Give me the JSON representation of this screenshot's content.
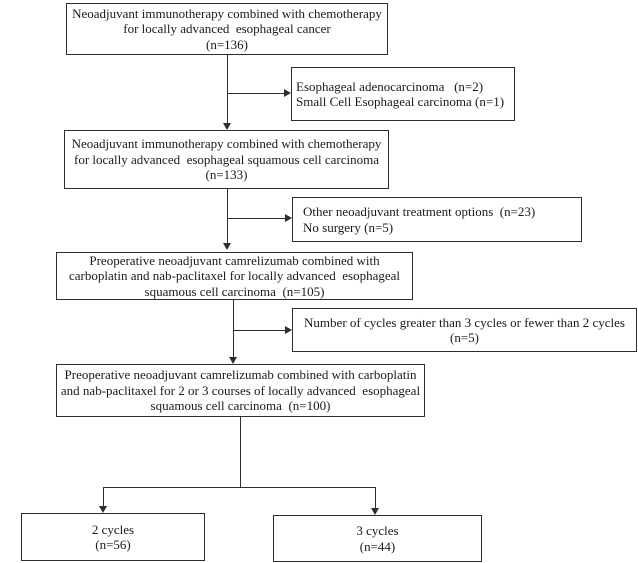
{
  "diagram": {
    "type": "patient-flow-chart",
    "colors": {
      "line": "#2d2d2d",
      "text": "#1a1a1a",
      "background": "#ffffff"
    },
    "nodes": {
      "screened": {
        "text": "Neoadjuvant immunotherapy combined with chemotherapy\nfor locally advanced  esophageal cancer\n(n=136)"
      },
      "excluded_histology": {
        "text": "Esophageal adenocarcinoma   (n=2)\nSmall Cell Esophageal carcinoma (n=1)"
      },
      "escc_cohort": {
        "text": "Neoadjuvant immunotherapy combined with chemotherapy\nfor locally advanced  esophageal squamous cell carcinoma\n(n=133)"
      },
      "excluded_treatment": {
        "text": "Other neoadjuvant treatment options  (n=23)\nNo surgery (n=5)"
      },
      "camrelizumab_cohort": {
        "text": "Preoperative neoadjuvant camrelizumab combined with\ncarboplatin and nab-paclitaxel for locally advanced  esophageal\nsquamous cell carcinoma  (n=105)"
      },
      "excluded_cycles": {
        "text": "Number of cycles greater than 3 cycles or fewer than 2 cycles\n(n=5)"
      },
      "final_cohort": {
        "text": "Preoperative neoadjuvant camrelizumab combined with carboplatin\nand nab-paclitaxel for 2 or 3 courses of locally advanced  esophageal\nsquamous cell carcinoma  (n=100)"
      },
      "arm_two_cycles": {
        "text": "2 cycles\n(n=56)"
      },
      "arm_three_cycles": {
        "text": "3 cycles\n(n=44)"
      }
    }
  }
}
